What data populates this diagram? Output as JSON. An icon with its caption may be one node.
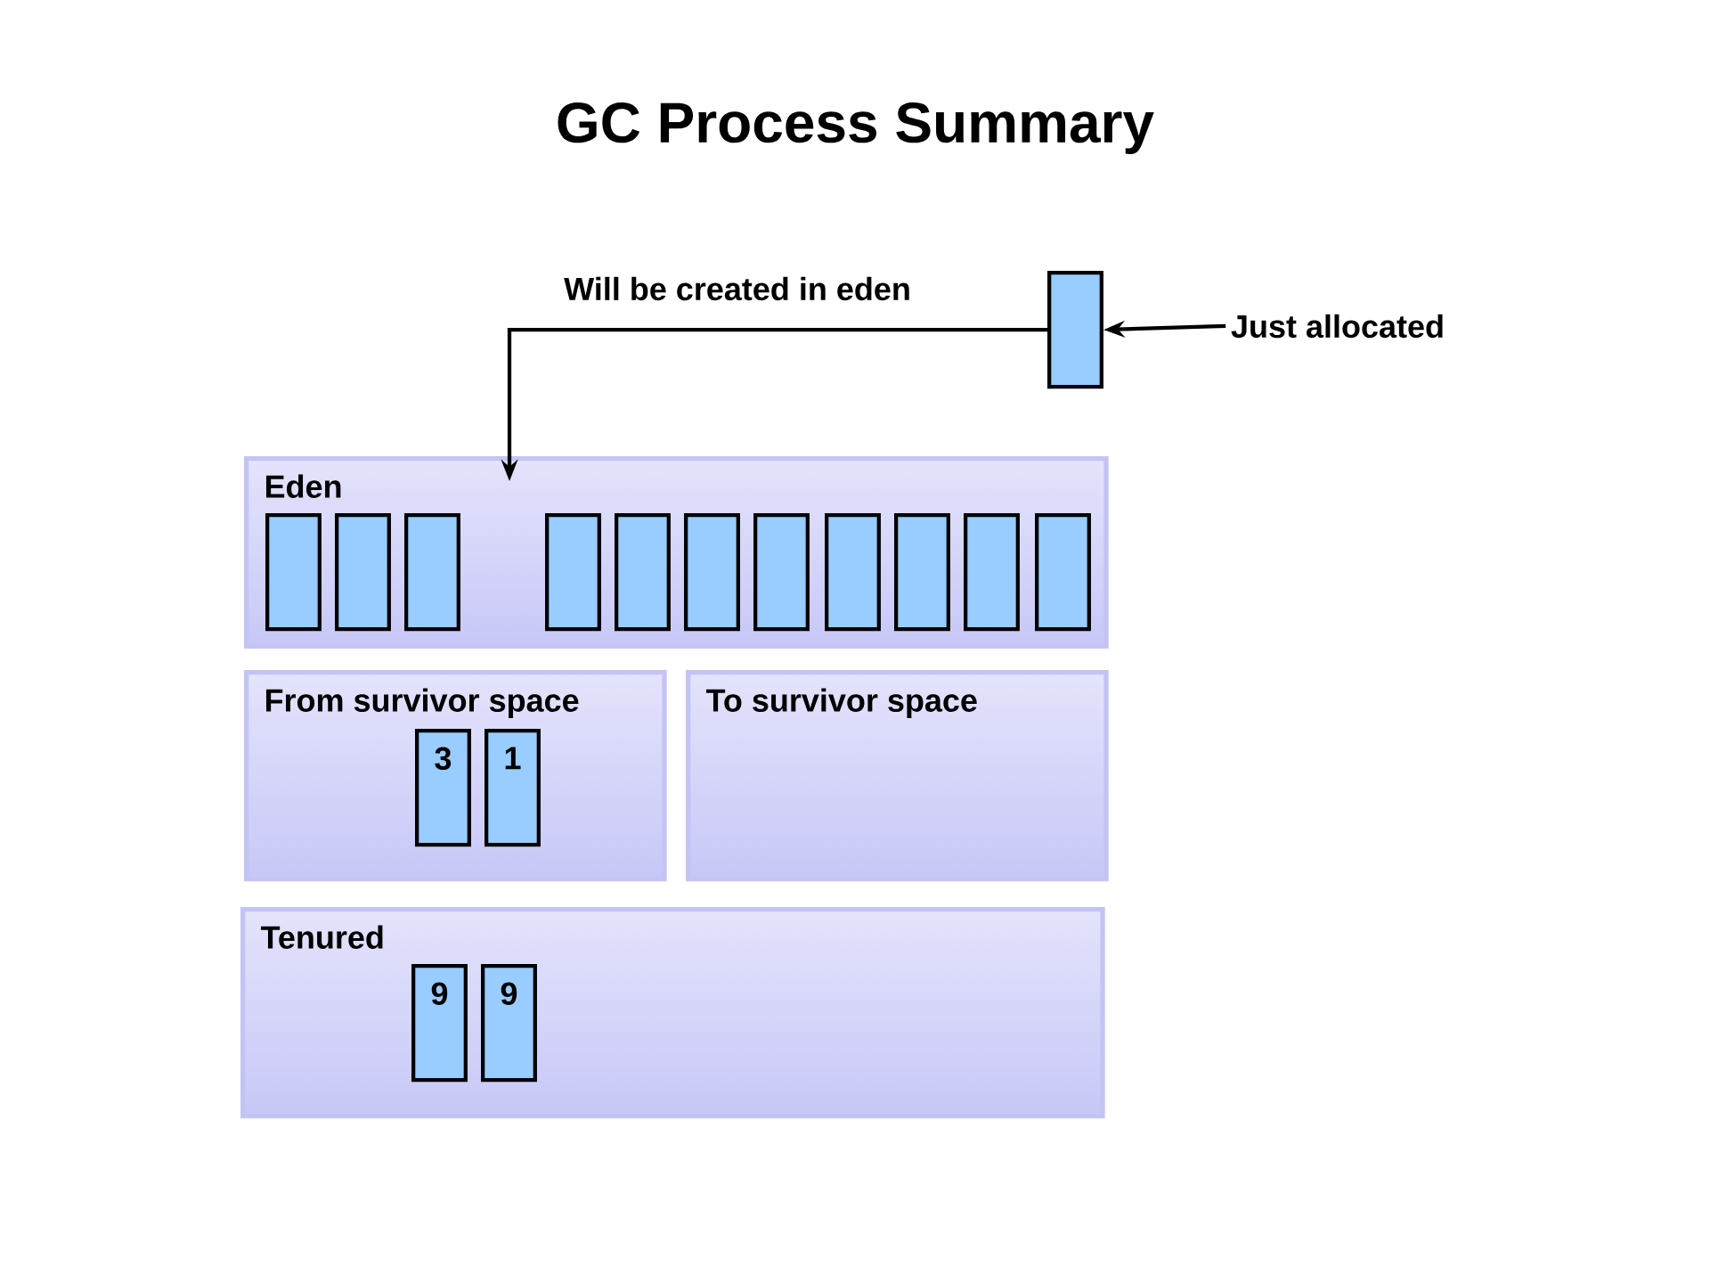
{
  "diagram": {
    "title": "GC Process Summary",
    "nodes": [
      {
        "text": [],
        "shape": "box"
      },
      {
        "text": [
          "Just allocated"
        ]
      },
      {
        "text": [
          "Eden"
        ]
      },
      {
        "text": [],
        "shape": "box",
        "in": 2
      },
      {
        "text": [],
        "shape": "box",
        "in": 2
      },
      {
        "text": [],
        "shape": "box",
        "in": 2
      },
      {
        "text": [],
        "shape": "box",
        "in": 2
      },
      {
        "text": [],
        "shape": "box",
        "in": 2
      },
      {
        "text": [],
        "shape": "box",
        "in": 2
      },
      {
        "text": [],
        "shape": "box",
        "in": 2
      },
      {
        "text": [],
        "shape": "box",
        "in": 2
      },
      {
        "text": [],
        "shape": "box",
        "in": 2
      },
      {
        "text": [],
        "shape": "box",
        "in": 2
      },
      {
        "text": [],
        "shape": "box",
        "in": 2
      },
      {
        "text": [
          "From survivor space"
        ]
      },
      {
        "text": [
          "3"
        ],
        "in": 14
      },
      {
        "text": [
          "1"
        ],
        "in": 14
      },
      {
        "text": [
          "To survivor space"
        ]
      },
      {
        "text": [
          "Tenured"
        ]
      },
      {
        "text": [
          "9"
        ],
        "in": 18
      },
      {
        "text": [
          "9"
        ],
        "in": 18
      }
    ],
    "edges": [
      {
        "from": 1,
        "to": 0,
        "arrow": "to"
      },
      {
        "from": 0,
        "to": 2,
        "arrow": "to",
        "label": "Will be created in eden"
      }
    ]
  }
}
